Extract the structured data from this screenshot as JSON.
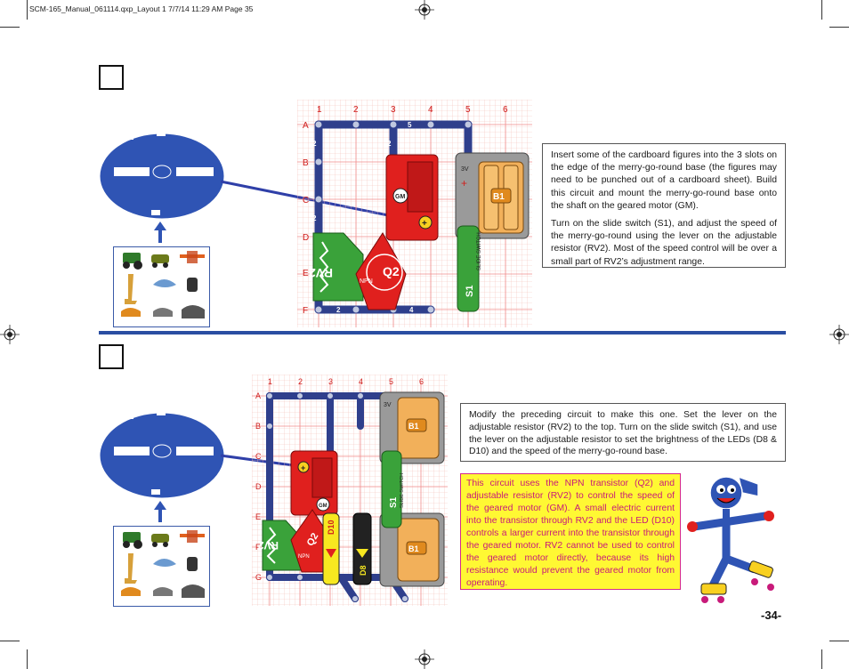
{
  "slug": "SCM-165_Manual_061114.qxp_Layout 1  7/7/14  11:29 AM  Page 35",
  "page_number": "-34-",
  "top": {
    "grid_cols": [
      "1",
      "2",
      "3",
      "4",
      "5",
      "6"
    ],
    "grid_rows": [
      "A",
      "B",
      "C",
      "D",
      "E",
      "F"
    ],
    "description": [
      "Insert some of the cardboard figures into the 3 slots on the edge of the merry-go-round base (the figures may need to be punched out of a cardboard sheet). Build this circuit and mount the merry-go-round base onto the shaft on the geared motor (GM).",
      "Turn on the slide switch (S1), and adjust the speed of the merry-go-round using the lever on the adjustable resistor (RV2). Most of the speed control will be over a small part of RV2’s adjustment range."
    ],
    "parts": {
      "transistor": "Q2",
      "transistor_type": "NPN",
      "resistor": "RV2",
      "motor": "GM",
      "battery": "B1",
      "battery_voltage": "3V",
      "switch": "S1",
      "switch_label": "SLIDE SWITCH"
    },
    "wire_labels": {
      "w1": "5",
      "w2": "2",
      "w3": "2",
      "w4": "2",
      "w5": "4",
      "w6": "2"
    }
  },
  "bottom": {
    "grid_cols": [
      "1",
      "2",
      "3",
      "4",
      "5",
      "6"
    ],
    "grid_rows": [
      "A",
      "B",
      "C",
      "D",
      "E",
      "F",
      "G"
    ],
    "description": "Modify the preceding circuit to make this one. Set the lever on the adjustable resistor (RV2) to the top. Turn on the slide switch (S1), and use the lever on the adjustable resistor to set the brightness of the LEDs (D8 & D10) and the speed of the merry-go-round base.",
    "note": "This circuit uses the NPN transistor (Q2) and adjustable resistor (RV2) to control the speed of the geared motor (GM). A small electric current into the transistor through RV2 and the LED (D10) controls a larger current into the transistor through the geared motor. RV2 cannot be used to control the geared motor directly, because its high resistance would prevent the geared motor from operating.",
    "parts": {
      "transistor": "Q2",
      "transistor_type": "NPN",
      "resistor": "RV2",
      "motor": "GM",
      "battery": "B1",
      "battery_voltage": "3V",
      "switch": "S1",
      "switch_label": "SLIDE SWITCH",
      "led1": "D10",
      "led2": "D8",
      "led1_color": "RED LED",
      "led2_color": "YELLOW"
    }
  },
  "colors": {
    "blue": "#2a4ea2",
    "red": "#e0201e",
    "green": "#3aa23a",
    "yellow": "#fff833",
    "magenta": "#c81a7a",
    "battery": "#f2b05a",
    "grid": "#f4c0b8"
  }
}
